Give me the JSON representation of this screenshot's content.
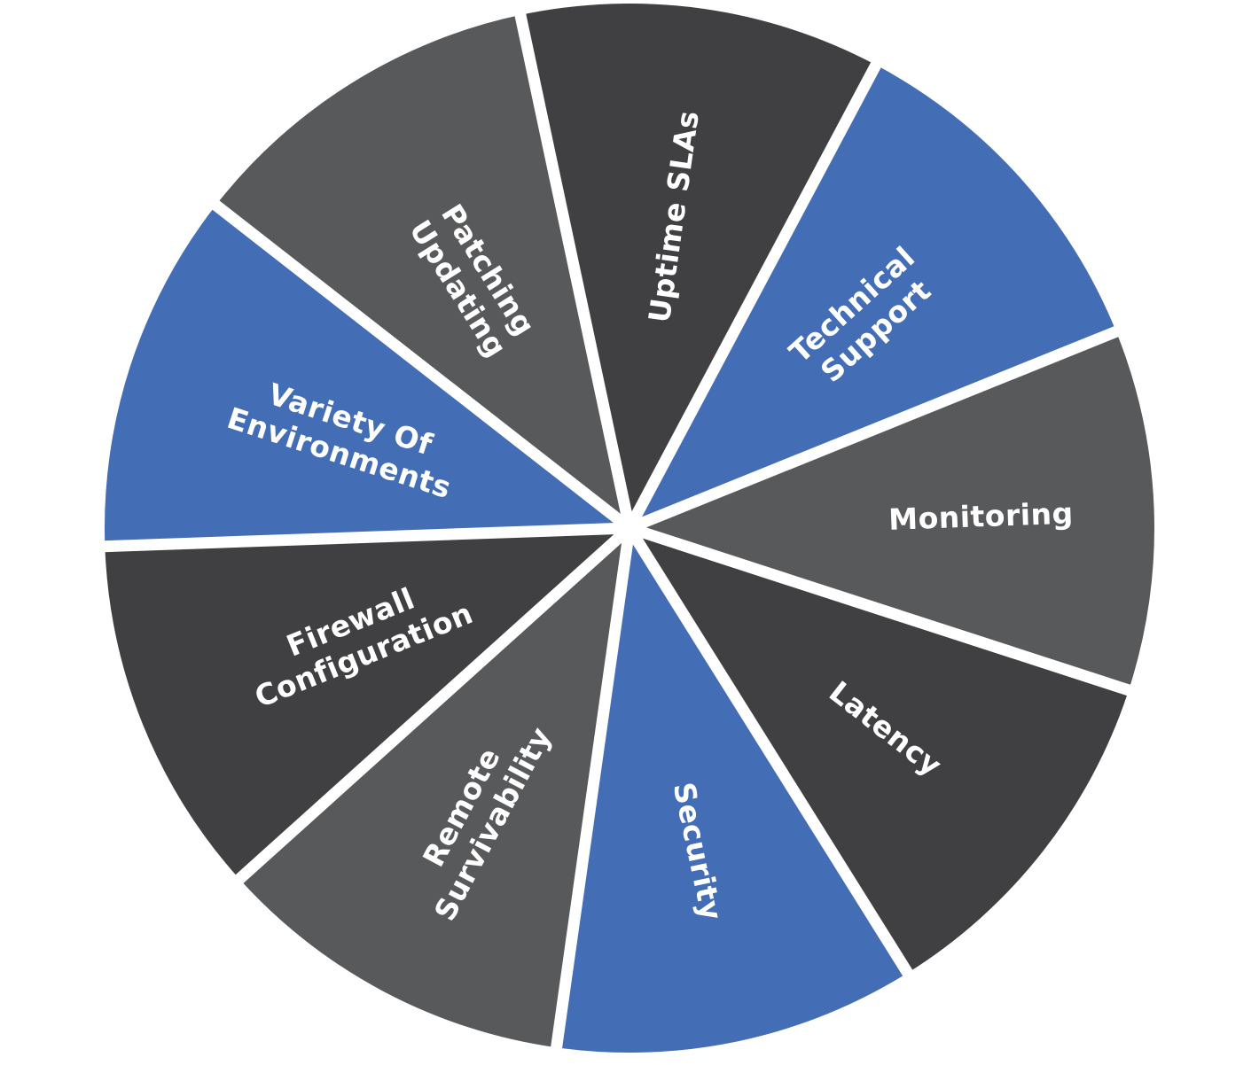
{
  "colors": {
    "background": "#ffffff",
    "dark": "#404042",
    "mid": "#58595b",
    "blue": "#436db5",
    "label": "#ffffff",
    "separator": "#ffffff"
  },
  "segments": [
    {
      "lines": [
        "Uptime SLAs"
      ],
      "tone": "dark"
    },
    {
      "lines": [
        "Technical",
        "Support"
      ],
      "tone": "blue"
    },
    {
      "lines": [
        "Monitoring"
      ],
      "tone": "mid"
    },
    {
      "lines": [
        "Latency"
      ],
      "tone": "dark"
    },
    {
      "lines": [
        "Security"
      ],
      "tone": "blue"
    },
    {
      "lines": [
        "Remote",
        "Survivability"
      ],
      "tone": "mid"
    },
    {
      "lines": [
        "Firewall",
        "Configuration"
      ],
      "tone": "dark"
    },
    {
      "lines": [
        "Variety Of",
        "Environments"
      ],
      "tone": "blue"
    },
    {
      "lines": [
        "Patching",
        "Updating"
      ],
      "tone": "mid"
    }
  ]
}
